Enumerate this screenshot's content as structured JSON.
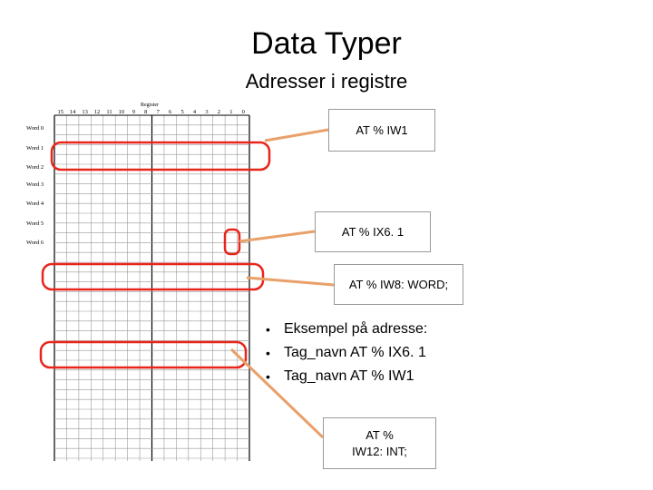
{
  "title": "Data Typer",
  "subtitle": "Adresser i registre",
  "register_label": "Register",
  "bit_labels": [
    "15",
    "14",
    "13",
    "12",
    "11",
    "10",
    "9",
    "8",
    "7",
    "6",
    "5",
    "4",
    "3",
    "2",
    "1",
    "0"
  ],
  "word_labels": [
    "Word 0",
    "Word 1",
    "Word 2",
    "Word 3",
    "Word 4",
    "Word 5",
    "Word 6"
  ],
  "callouts": {
    "iw1": "AT % IW1",
    "ix61": "AT % IX6. 1",
    "iw8": "AT % IW8: WORD;",
    "iw12_line1": "AT %",
    "iw12_line2": "IW12: INT;"
  },
  "bullets": [
    "Eksempel på adresse:",
    "Tag_navn AT % IX6. 1",
    "Tag_navn AT % IW1"
  ],
  "colors": {
    "highlight": "#e8251a",
    "leader": "#e9a06a",
    "grid": "#999999",
    "grid_heavy": "#000000"
  }
}
